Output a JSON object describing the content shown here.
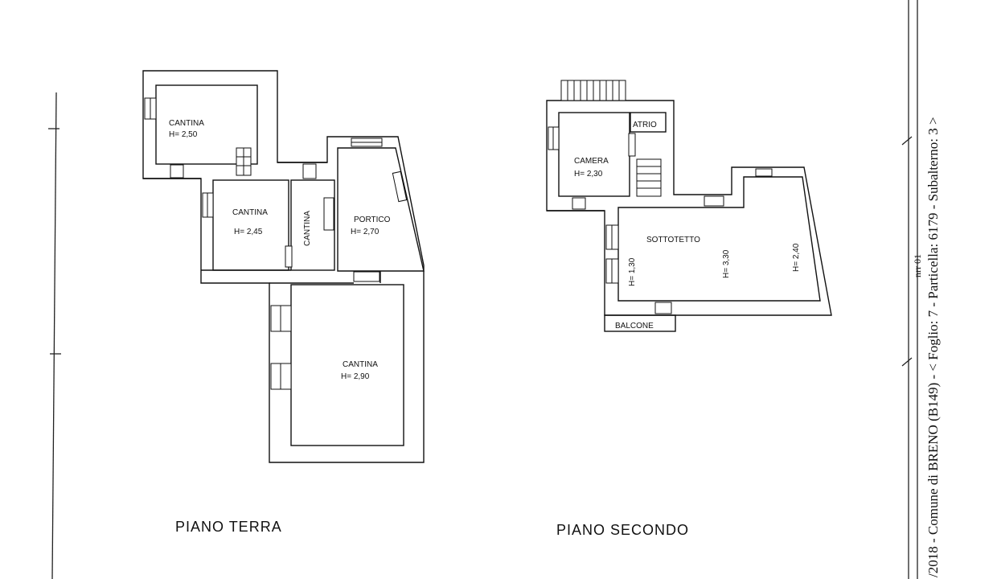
{
  "ground_floor": {
    "title": "PIANO TERRA",
    "rooms": [
      {
        "name": "CANTINA",
        "height": "H= 2,50"
      },
      {
        "name": "CANTINA",
        "height": "H= 2,45"
      },
      {
        "name": "CANTINA",
        "height": ""
      },
      {
        "name": "PORTICO",
        "height": "H= 2,70"
      },
      {
        "name": "CANTINA",
        "height": "H= 2,90"
      }
    ]
  },
  "second_floor": {
    "title": "PIANO SECONDO",
    "rooms": [
      {
        "name": "CAMERA",
        "height": "H= 2,30"
      },
      {
        "name": "ATRIO",
        "height": ""
      },
      {
        "name": "SOTTOTETTO",
        "height": ""
      },
      {
        "name": "BALCONE",
        "height": ""
      }
    ],
    "heights": [
      "H= 1,30",
      "H= 3,30",
      "H= 2,40"
    ]
  },
  "side_text": "/2018 - Comune di BRENO (B149) - < Foglio: 7 - Particella: 6179 - Subalterno: 3 >",
  "side_stamp": "nrr 01"
}
